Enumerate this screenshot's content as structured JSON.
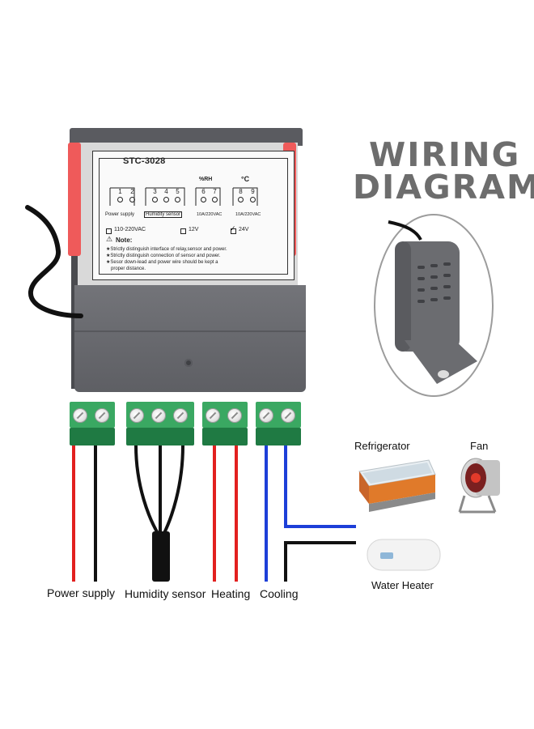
{
  "title": {
    "line1": "WIRING",
    "line2": "DIAGRAM"
  },
  "label": {
    "model": "STC-3028",
    "rh_heading": "%RH",
    "temp_heading": "°C",
    "terminals": [
      "1",
      "2",
      "3",
      "4",
      "5",
      "6",
      "7",
      "8",
      "9"
    ],
    "power_supply": "Power supply",
    "humidity_sensor": "Humidity sensor",
    "relay_rating_1": "10A/220VAC",
    "relay_rating_2": "10A/220VAC",
    "voltage_options": [
      "110-220VAC",
      "12V",
      "24V"
    ],
    "note_heading": "Note:",
    "notes": [
      "Strictly distinguish interface of relay,sensor and power.",
      "Strictly distinguish connection of sensor and power.",
      "Sesor down-lead and power wire should be kept a",
      "proper distance."
    ]
  },
  "captions": {
    "power_supply": "Power supply",
    "humidity_sensor": "Humidity sensor",
    "heating": "Heating",
    "cooling": "Cooling"
  },
  "appliances": {
    "refrigerator": "Refrigerator",
    "fan": "Fan",
    "water_heater": "Water Heater"
  },
  "colors": {
    "wire_red": "#e2201f",
    "wire_black": "#111111",
    "wire_blue": "#1d3fd8",
    "terminal_green": "#2e9c58",
    "clip_red": "#ef5a5a",
    "title_gray": "#6d6d6d"
  },
  "icons": [
    "warning-icon",
    "star-bullet-icon",
    "checkmark-icon",
    "humidity-probe-icon",
    "refrigerator-icon",
    "fan-icon",
    "water-heater-icon"
  ]
}
